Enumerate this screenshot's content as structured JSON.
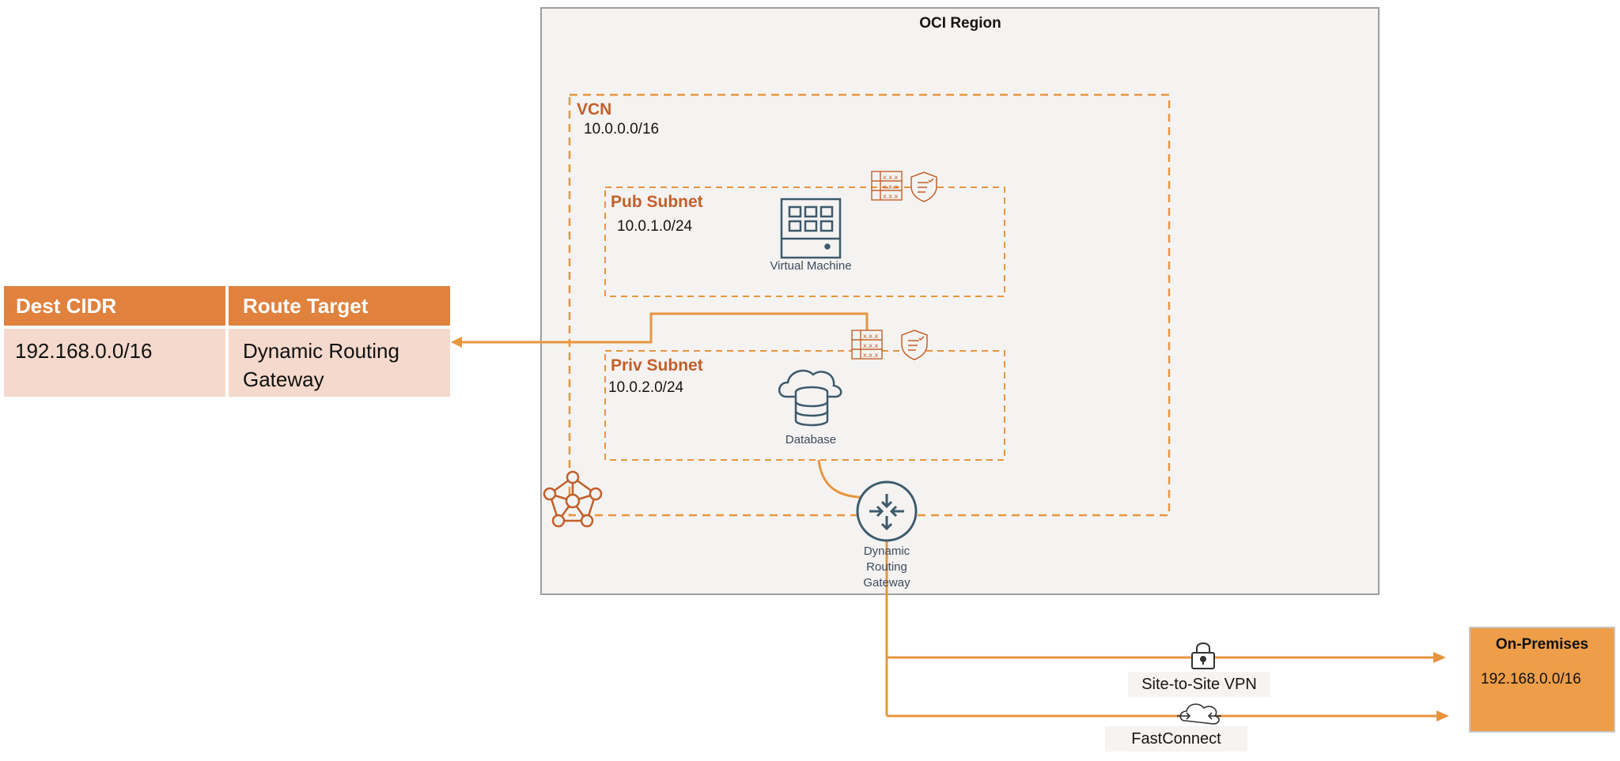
{
  "region": {
    "title": "OCI Region"
  },
  "vcn": {
    "title": "VCN",
    "cidr": "10.0.0.0/16"
  },
  "pub_subnet": {
    "title": "Pub Subnet",
    "cidr": "10.0.1.0/24",
    "resource": "Virtual Machine"
  },
  "priv_subnet": {
    "title": "Priv Subnet",
    "cidr": "10.0.2.0/24",
    "resource": "Database"
  },
  "drg": {
    "line1": "Dynamic",
    "line2": "Routing",
    "line3": "Gateway"
  },
  "route_table": {
    "headers": [
      "Dest CIDR",
      "Route Target"
    ],
    "rows": [
      [
        "192.168.0.0/16",
        "Dynamic Routing Gateway"
      ]
    ]
  },
  "connections": {
    "vpn_label": "Site-to-Site VPN",
    "fastconnect_label": "FastConnect"
  },
  "on_premises": {
    "title": "On-Premises",
    "cidr": "192.168.0.0/16"
  },
  "colors": {
    "accent_orange": "#e8953f",
    "title_orange": "#c35f2a",
    "icon_slate": "#3d5a6c",
    "region_fill": "#f4f3f1",
    "table_header": "#e0813e",
    "table_cell": "#f4d9cc"
  },
  "icons": [
    "route-table-icon",
    "security-list-icon",
    "virtual-machine-icon",
    "database-icon",
    "drg-icon",
    "vcn-icon",
    "lock-icon",
    "fastconnect-icon"
  ]
}
